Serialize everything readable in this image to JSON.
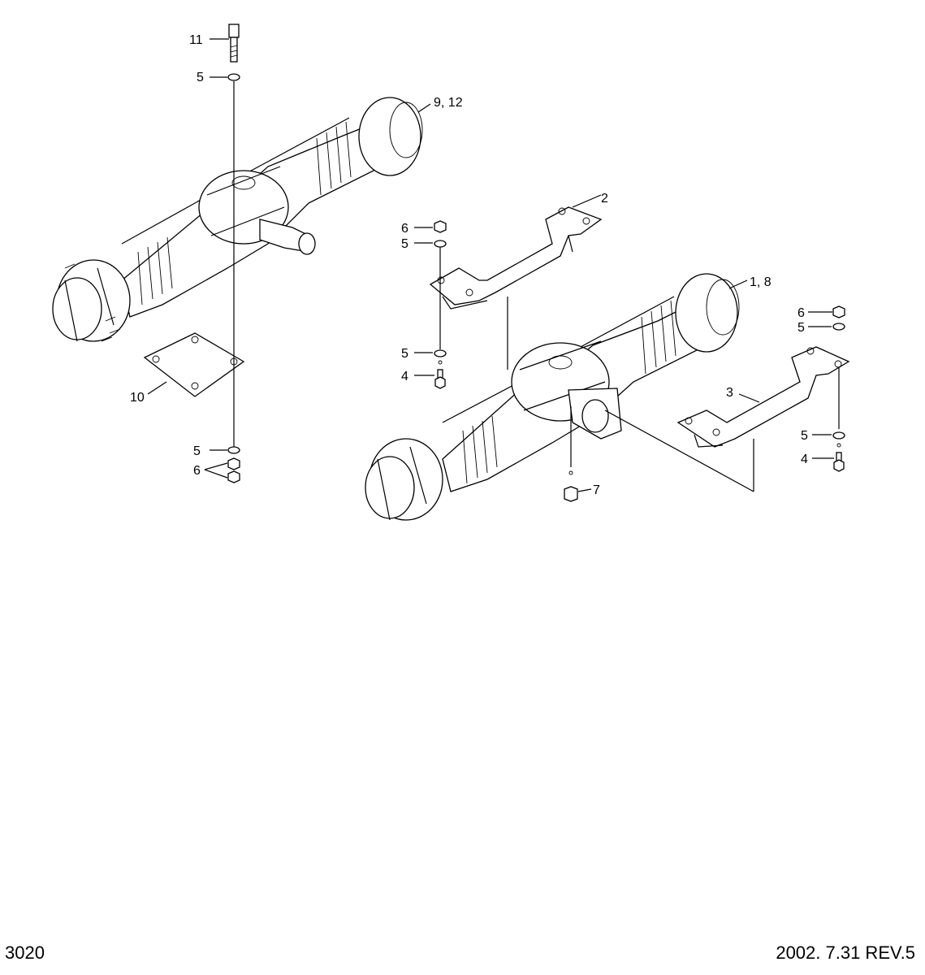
{
  "callouts": {
    "c11": "11",
    "c5a": "5",
    "c912": "9, 12",
    "c10": "10",
    "c5b": "5",
    "c6a": "6",
    "c2": "2",
    "c6b": "6",
    "c5c": "5",
    "c5d": "5",
    "c4a": "4",
    "c18": "1, 8",
    "c6c": "6",
    "c5e": "5",
    "c3": "3",
    "c5f": "5",
    "c4b": "4",
    "c7": "7"
  },
  "footer": {
    "page_number": "3020",
    "revision": "2002. 7.31 REV.5"
  }
}
